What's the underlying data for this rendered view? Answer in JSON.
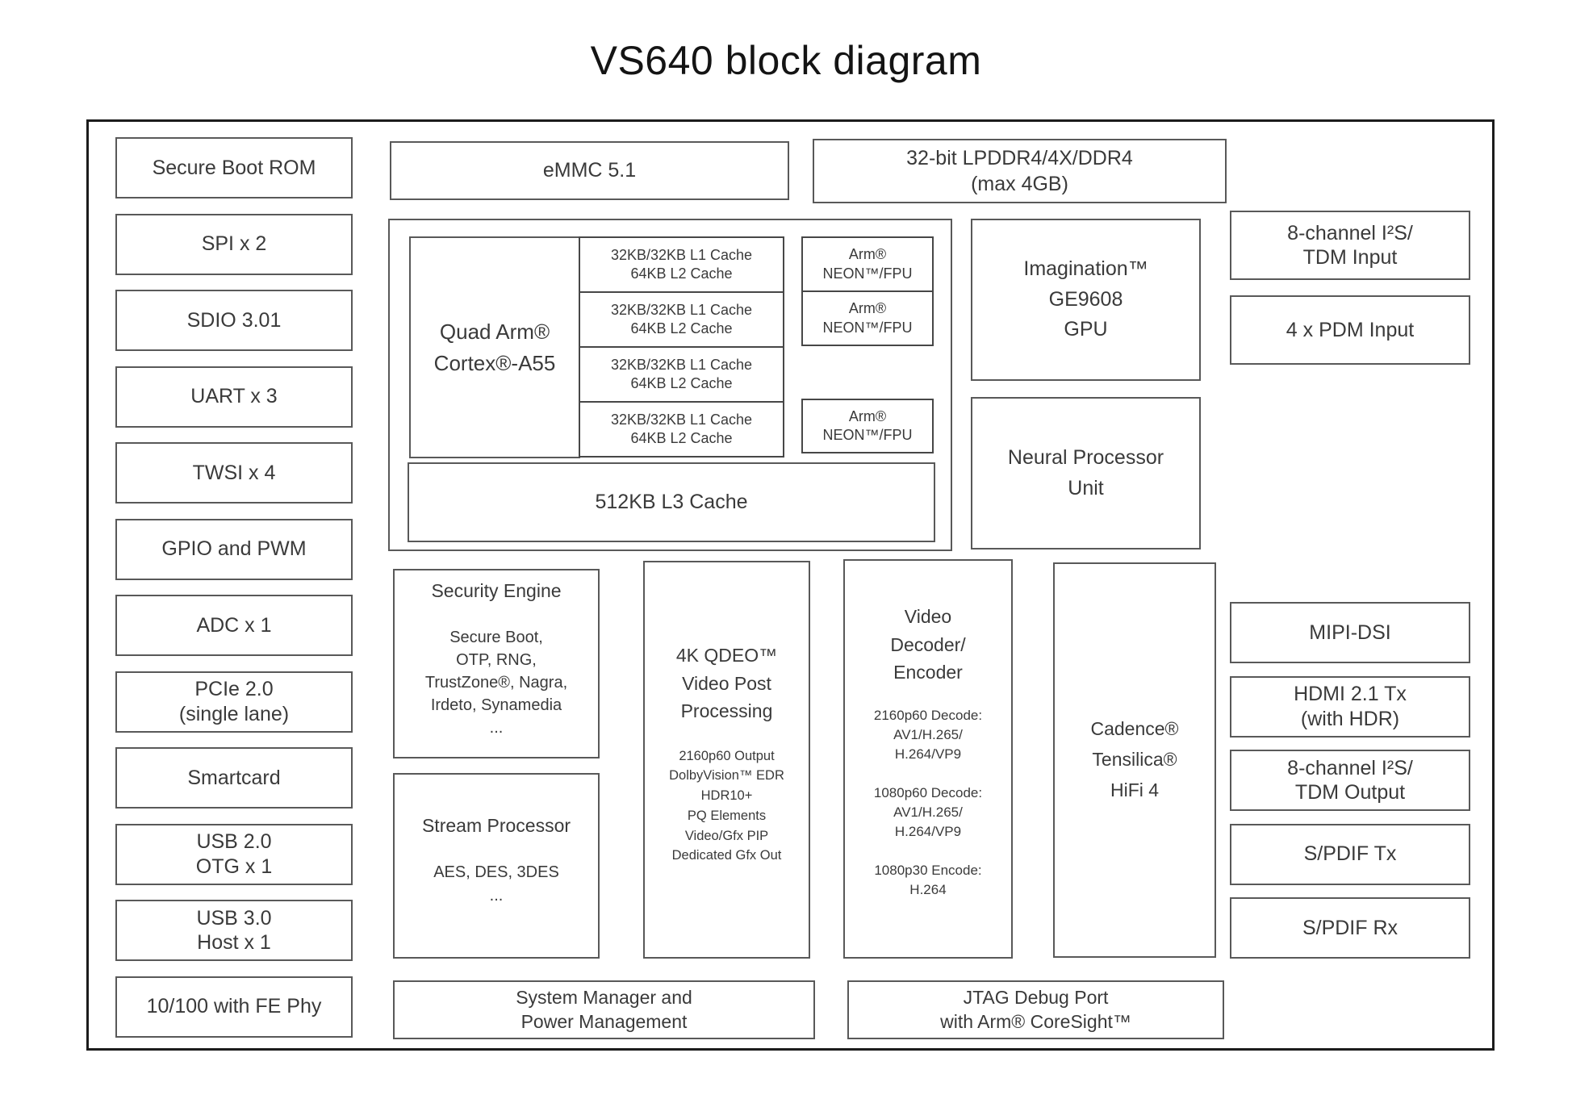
{
  "title": "VS640 block diagram",
  "colors": {
    "background": "#ffffff",
    "ink": "#3a3a3a",
    "block_outline": "#595959",
    "outer_border": "#1c1c1c"
  },
  "left_column": {
    "blocks": [
      {
        "name": "block-secure-boot-rom",
        "lines": [
          "Secure Boot ROM"
        ]
      },
      {
        "name": "block-spi",
        "lines": [
          "SPI x 2"
        ]
      },
      {
        "name": "block-sdio",
        "lines": [
          "SDIO 3.01"
        ]
      },
      {
        "name": "block-uart",
        "lines": [
          "UART x 3"
        ]
      },
      {
        "name": "block-twsi",
        "lines": [
          "TWSI x 4"
        ]
      },
      {
        "name": "block-gpio-pwm",
        "lines": [
          "GPIO and PWM"
        ]
      },
      {
        "name": "block-adc",
        "lines": [
          "ADC x 1"
        ]
      },
      {
        "name": "block-pcie",
        "lines": [
          "PCIe 2.0",
          "(single lane)"
        ]
      },
      {
        "name": "block-smartcard",
        "lines": [
          "Smartcard"
        ]
      },
      {
        "name": "block-usb2-otg",
        "lines": [
          "USB 2.0",
          "OTG x 1"
        ]
      },
      {
        "name": "block-usb3-host",
        "lines": [
          "USB 3.0",
          "Host x 1"
        ]
      },
      {
        "name": "block-ethernet",
        "lines": [
          "10/100 with FE Phy"
        ]
      }
    ]
  },
  "memory": {
    "emmc": "eMMC 5.1",
    "ddr_lines": [
      "32-bit LPDDR4/4X/DDR4",
      "(max 4GB)"
    ]
  },
  "cpu_cluster": {
    "core_lines": [
      "Quad Arm®",
      "Cortex®-A55"
    ],
    "cache_blocks": [
      {
        "name": "cache-core-1",
        "lines": [
          "32KB/32KB L1 Cache",
          "64KB L2 Cache"
        ]
      },
      {
        "name": "cache-core-2",
        "lines": [
          "32KB/32KB L1 Cache",
          "64KB L2 Cache"
        ]
      },
      {
        "name": "cache-core-3",
        "lines": [
          "32KB/32KB L1 Cache",
          "64KB L2 Cache"
        ]
      },
      {
        "name": "cache-core-4",
        "lines": [
          "32KB/32KB L1 Cache",
          "64KB L2 Cache"
        ]
      }
    ],
    "neon_lines": [
      "Arm®",
      "NEON™/FPU"
    ],
    "l3": "512KB L3 Cache"
  },
  "gpu_lines": [
    "Imagination™",
    "GE9608",
    "GPU"
  ],
  "npu_lines": [
    "Neural Processor",
    "Unit"
  ],
  "audio_in": {
    "blocks": [
      {
        "name": "block-i2s-tdm-input",
        "lines": [
          "8-channel I²S/",
          "TDM Input"
        ]
      },
      {
        "name": "block-pdm-input",
        "lines": [
          "4 x PDM Input"
        ]
      }
    ]
  },
  "security_engine": {
    "title": "Security Engine",
    "lines": [
      "Secure Boot,",
      "OTP, RNG,",
      "TrustZone®, Nagra,",
      "Irdeto, Synamedia",
      "..."
    ]
  },
  "stream_processor": {
    "title": "Stream Processor",
    "lines": [
      "AES, DES, 3DES",
      "..."
    ]
  },
  "qdeo": {
    "title_lines": [
      "4K QDEO™",
      "Video Post",
      "Processing"
    ],
    "lines": [
      "2160p60 Output",
      "DolbyVision™ EDR",
      "HDR10+",
      "PQ Elements",
      "Video/Gfx PIP",
      "Dedicated Gfx Out"
    ]
  },
  "video_codec": {
    "title_lines": [
      "Video",
      "Decoder/",
      "Encoder"
    ],
    "groups": [
      [
        "2160p60 Decode:",
        "AV1/H.265/",
        "H.264/VP9"
      ],
      [
        "1080p60 Decode:",
        "AV1/H.265/",
        "H.264/VP9"
      ],
      [
        "1080p30 Encode:",
        "H.264"
      ]
    ]
  },
  "audio_dsp_lines": [
    "Cadence®",
    "Tensilica®",
    "HiFi 4"
  ],
  "right_column": {
    "blocks": [
      {
        "name": "block-mipi-dsi",
        "lines": [
          "MIPI-DSI"
        ]
      },
      {
        "name": "block-hdmi-tx",
        "lines": [
          "HDMI 2.1 Tx",
          "(with HDR)"
        ]
      },
      {
        "name": "block-i2s-tdm-output",
        "lines": [
          "8-channel I²S/",
          "TDM Output"
        ]
      },
      {
        "name": "block-spdif-tx",
        "lines": [
          "S/PDIF Tx"
        ]
      },
      {
        "name": "block-spdif-rx",
        "lines": [
          "S/PDIF Rx"
        ]
      }
    ]
  },
  "bottom_row": {
    "system_manager_lines": [
      "System Manager and",
      "Power Management"
    ],
    "jtag_lines": [
      "JTAG Debug Port",
      "with Arm® CoreSight™"
    ]
  }
}
